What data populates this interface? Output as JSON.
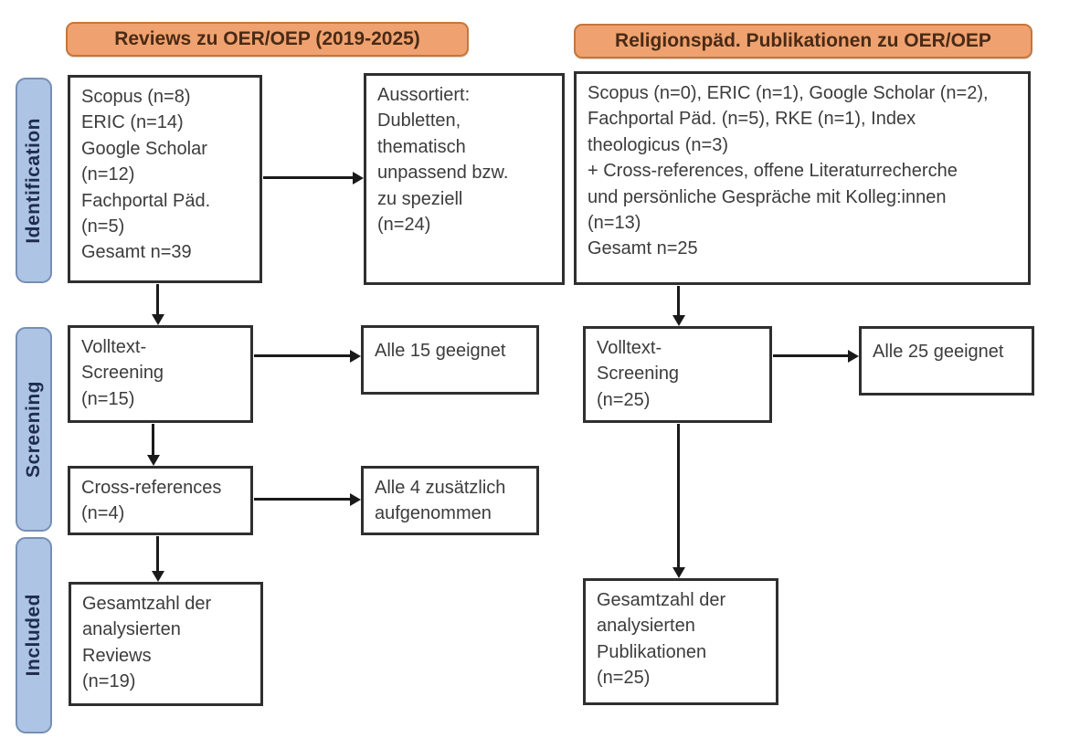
{
  "palette": {
    "header_fill": "#efa26f",
    "header_border": "#c4763c",
    "header_text": "#4a2a15",
    "stage_fill": "#aec4e5",
    "stage_border": "#758fb4",
    "stage_text": "#1f2d4d",
    "box_border": "#2f2f2f",
    "box_text": "#3c3c3c",
    "arrow_color": "#1a1a1a"
  },
  "headers": {
    "left": "Reviews zu OER/OEP (2019-2025)",
    "right": "Religionspäd. Publikationen zu OER/OEP"
  },
  "stages": [
    {
      "label": "Identification"
    },
    {
      "label": "Screening"
    },
    {
      "label": "Included"
    }
  ],
  "boxes": {
    "left_sources": "Scopus (n=8)\nERIC (n=14)\nGoogle Scholar\n(n=12)\nFachportal Päd.\n(n=5)\nGesamt n=39",
    "left_excluded": "Aussortiert:\nDubletten,\nthematisch\nunpassend bzw.\nzu speziell\n(n=24)",
    "left_screening": "Volltext-\nScreening\n(n=15)",
    "left_screening_result": "Alle 15 geeignet",
    "left_crossref": "Cross-references\n(n=4)",
    "left_crossref_result": "Alle 4 zusätzlich\naufgenommen",
    "left_included": "Gesamtzahl der\nanalysierten\nReviews\n(n=19)",
    "right_sources": "Scopus (n=0), ERIC (n=1), Google Scholar (n=2),\nFachportal Päd. (n=5), RKE (n=1), Index\ntheologicus (n=3)\n+ Cross-references, offene Literaturrecherche\nund persönliche Gespräche mit Kolleg:innen\n(n=13)\nGesamt n=25",
    "right_screening": "Volltext-\nScreening\n(n=25)",
    "right_screening_result": "Alle 25 geeignet",
    "right_included": "Gesamtzahl der\nanalysierten\nPublikationen\n(n=25)"
  }
}
